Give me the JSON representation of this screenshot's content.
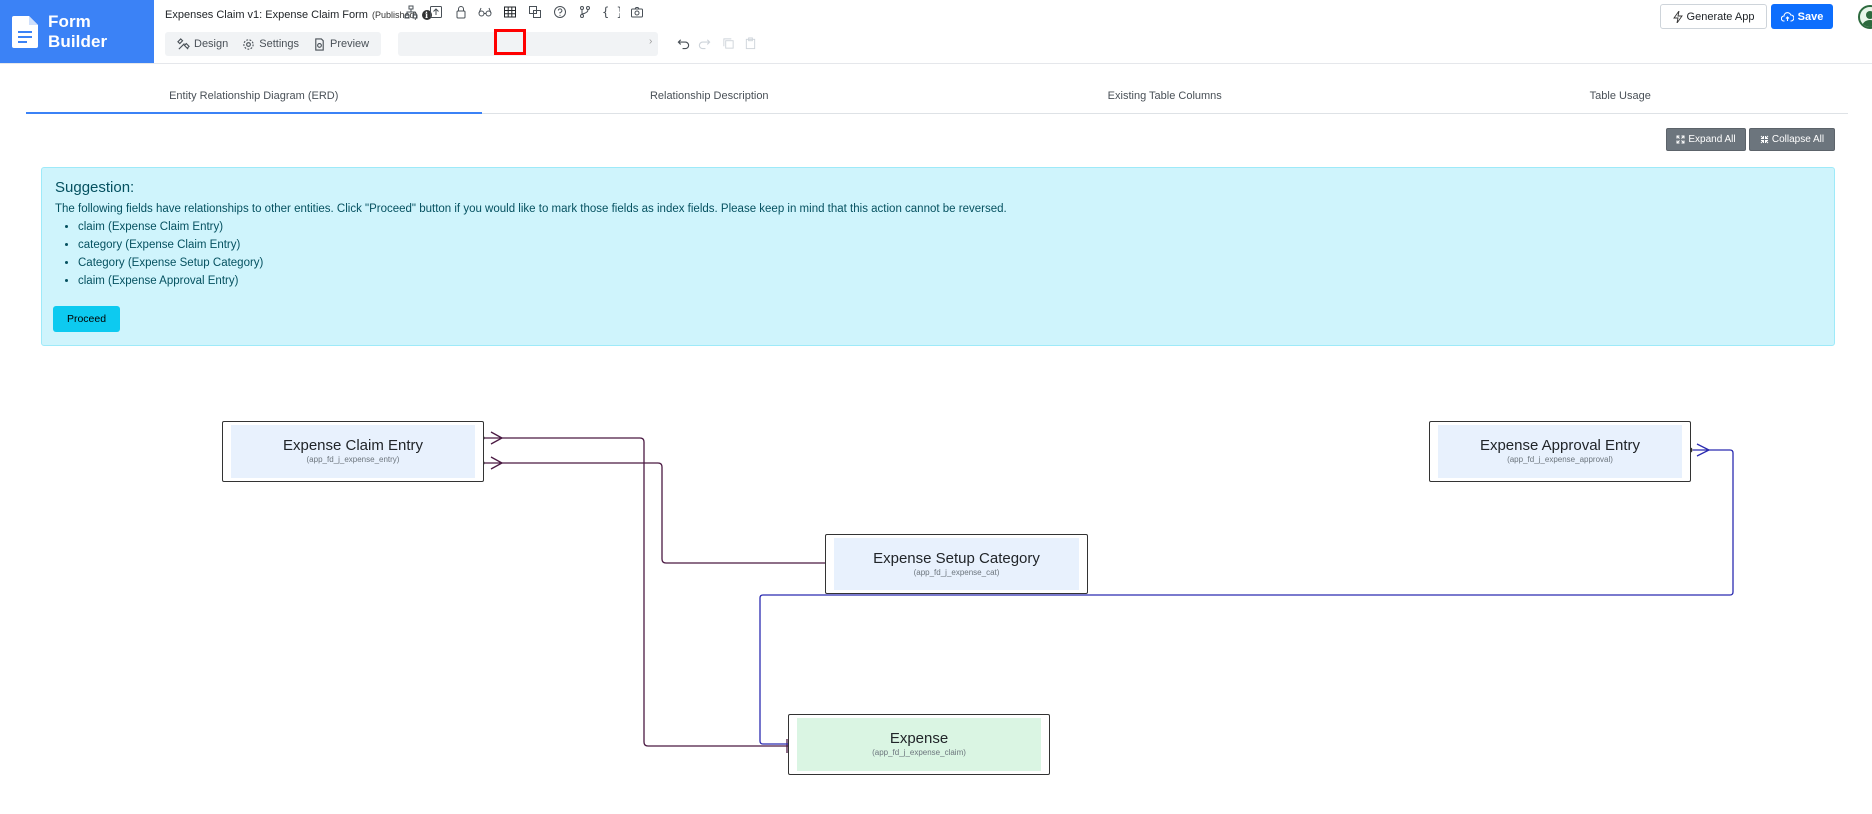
{
  "brand": {
    "title": "Form Builder",
    "color": "#3b82f6"
  },
  "form": {
    "title": "Expenses Claim v1: Expense Claim Form",
    "status": "(Published)"
  },
  "toolbar": {
    "design": "Design",
    "settings": "Settings",
    "preview": "Preview",
    "generate_app": "Generate App",
    "save": "Save"
  },
  "tabs": [
    "Entity Relationship Diagram (ERD)",
    "Relationship Description",
    "Existing Table Columns",
    "Table Usage"
  ],
  "actions": {
    "expand_all": "Expand All",
    "collapse_all": "Collapse All"
  },
  "suggestion": {
    "heading": "Suggestion:",
    "text": "The following fields have relationships to other entities. Click \"Proceed\" button if you would like to mark those fields as index fields. Please keep in mind that this action cannot be reversed.",
    "items": [
      "claim (Expense Claim Entry)",
      "category (Expense Claim Entry)",
      "Category (Expense Setup Category)",
      "claim (Expense Approval Entry)"
    ],
    "proceed": "Proceed"
  },
  "entities": {
    "claim_entry": {
      "name": "Expense Claim Entry",
      "table": "(app_fd_j_expense_entry)"
    },
    "approval_entry": {
      "name": "Expense Approval Entry",
      "table": "(app_fd_j_expense_approval)"
    },
    "setup_category": {
      "name": "Expense Setup Category",
      "table": "(app_fd_j_expense_cat)"
    },
    "expense": {
      "name": "Expense",
      "table": "(app_fd_j_expense_claim)"
    }
  },
  "colors": {
    "relation_purple": "#4a1942",
    "relation_blue": "#2b2bb0",
    "entity_blue": "#e8f1fd",
    "entity_green": "#daf5e3",
    "highlight": "#ff0000"
  }
}
